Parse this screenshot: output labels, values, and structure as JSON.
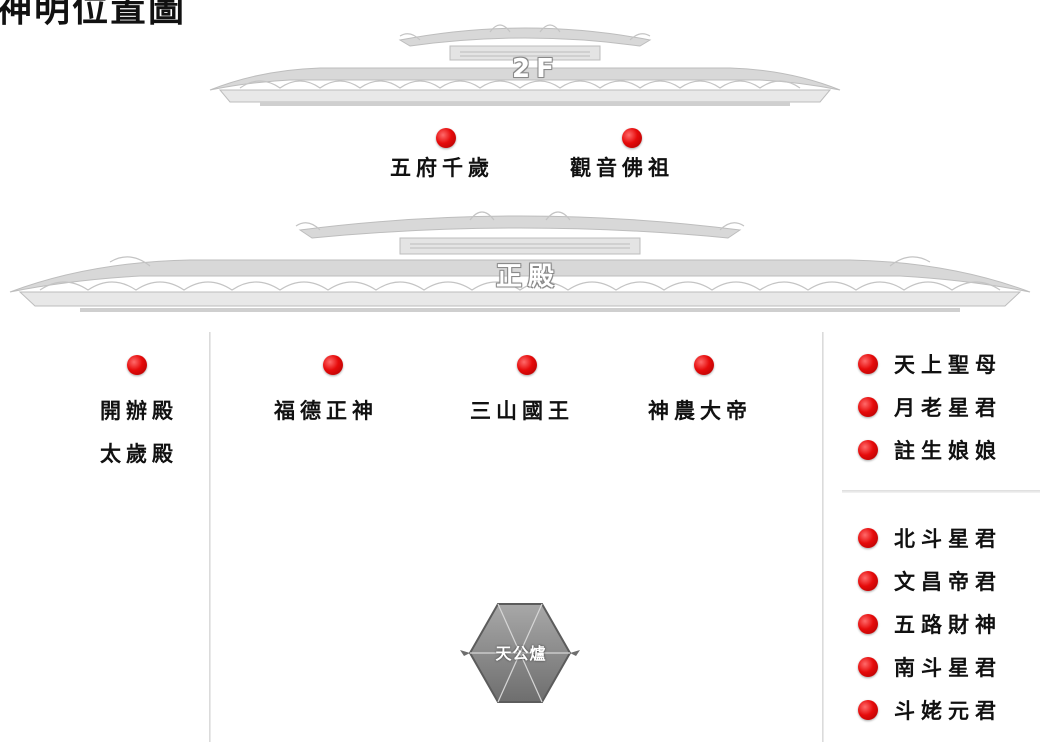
{
  "header": {
    "title": "神明位置圖"
  },
  "floors": {
    "second": {
      "label": "2F"
    },
    "main_hall": {
      "label": "正殿"
    }
  },
  "second_floor_deities": [
    {
      "label": "五府千歲"
    },
    {
      "label": "觀音佛祖"
    }
  ],
  "left_wing": {
    "items": [
      {
        "label": "開辦殿"
      },
      {
        "label": "太歲殿"
      }
    ]
  },
  "center_deities": [
    {
      "label": "福德正神"
    },
    {
      "label": "三山國王"
    },
    {
      "label": "神農大帝"
    }
  ],
  "right_upper_list": [
    {
      "label": "天上聖母"
    },
    {
      "label": "月老星君"
    },
    {
      "label": "註生娘娘"
    }
  ],
  "right_lower_list": [
    {
      "label": "北斗星君"
    },
    {
      "label": "文昌帝君"
    },
    {
      "label": "五路財神"
    },
    {
      "label": "南斗星君"
    },
    {
      "label": "斗姥元君"
    }
  ],
  "incense_burner": {
    "label": "天公爐"
  },
  "colors": {
    "marker": "#e60b0b",
    "roof": "#c8c8c8",
    "divider": "#d4d4d4",
    "urn": "#8c8c8c"
  },
  "icons": {
    "marker": "red-dot-icon",
    "roof": "temple-roof-icon",
    "burner": "hexagon-urn-icon"
  }
}
